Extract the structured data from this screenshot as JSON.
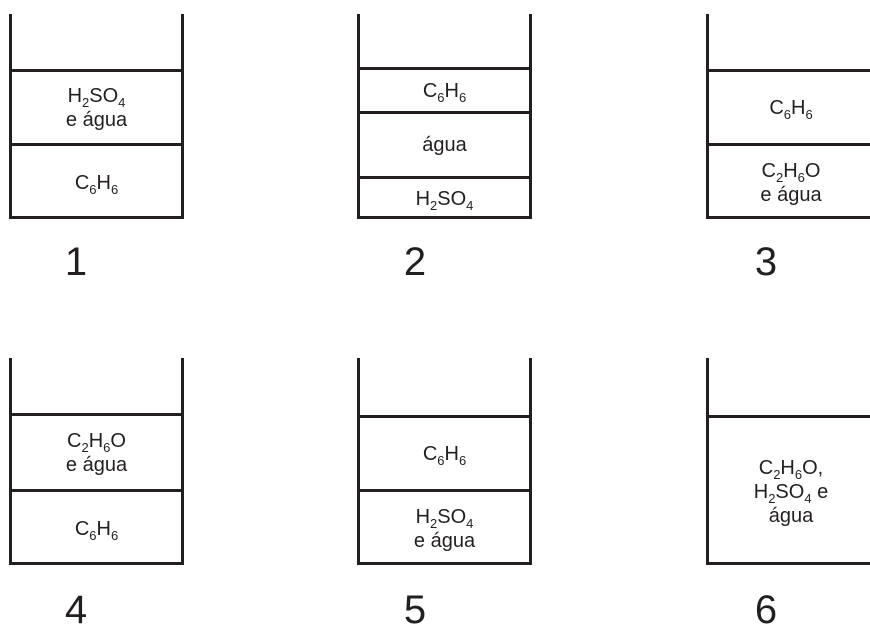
{
  "beakers": [
    {
      "number": "1",
      "layers": [
        [
          "H<sub>2</sub>SO<sub>4</sub>",
          "e água"
        ],
        [
          "C<sub>6</sub>H<sub>6</sub>"
        ]
      ]
    },
    {
      "number": "2",
      "layers": [
        [
          "C<sub>6</sub>H<sub>6</sub>"
        ],
        [
          "água"
        ],
        [
          "H<sub>2</sub>SO<sub>4</sub>"
        ]
      ]
    },
    {
      "number": "3",
      "layers": [
        [
          "C<sub>6</sub>H<sub>6</sub>"
        ],
        [
          "C<sub>2</sub>H<sub>6</sub>O",
          "e água"
        ]
      ]
    },
    {
      "number": "4",
      "layers": [
        [
          "C<sub>2</sub>H<sub>6</sub>O",
          "e água"
        ],
        [
          "C<sub>6</sub>H<sub>6</sub>"
        ]
      ]
    },
    {
      "number": "5",
      "layers": [
        [
          "C<sub>6</sub>H<sub>6</sub>"
        ],
        [
          "H<sub>2</sub>SO<sub>4</sub>",
          "e água"
        ]
      ]
    },
    {
      "number": "6",
      "layers": [
        [
          "C<sub>2</sub>H<sub>6</sub>O,",
          "H<sub>2</sub>SO<sub>4</sub> e",
          "água"
        ]
      ]
    }
  ]
}
